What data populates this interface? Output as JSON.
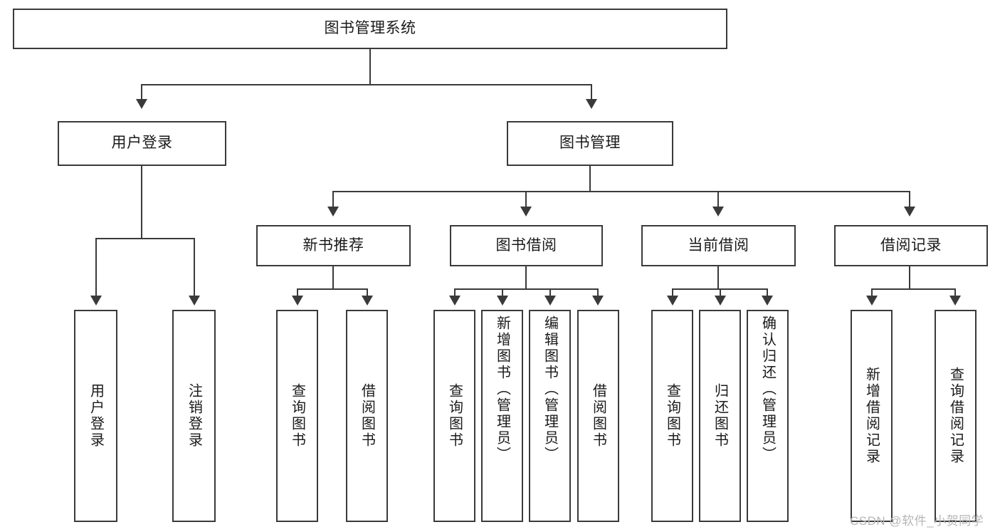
{
  "diagram": {
    "title": "图书管理系统",
    "type": "hierarchy-tree",
    "root": {
      "id": "root",
      "label": "图书管理系统"
    },
    "level1": [
      {
        "id": "user-login",
        "label": "用户登录"
      },
      {
        "id": "book-management",
        "label": "图书管理"
      }
    ],
    "level2": [
      {
        "id": "new-book-recommend",
        "label": "新书推荐",
        "parent": "book-management"
      },
      {
        "id": "book-borrow",
        "label": "图书借阅",
        "parent": "book-management"
      },
      {
        "id": "current-borrow",
        "label": "当前借阅",
        "parent": "book-management"
      },
      {
        "id": "borrow-record",
        "label": "借阅记录",
        "parent": "book-management"
      }
    ],
    "leaves": {
      "user_login": [
        {
          "id": "leaf-user-login",
          "label": "用户登录"
        },
        {
          "id": "leaf-user-logout",
          "label": "注销登录"
        }
      ],
      "new_book_recommend": [
        {
          "id": "leaf-query-book-1",
          "label": "查询图书"
        },
        {
          "id": "leaf-borrow-book-1",
          "label": "借阅图书"
        }
      ],
      "book_borrow": [
        {
          "id": "leaf-query-book-2",
          "label": "查询图书"
        },
        {
          "id": "leaf-add-book-admin",
          "label": "新增图书（管理员）"
        },
        {
          "id": "leaf-edit-book-admin",
          "label": "编辑图书（管理员）"
        },
        {
          "id": "leaf-borrow-book-2",
          "label": "借阅图书"
        }
      ],
      "current_borrow": [
        {
          "id": "leaf-query-book-3",
          "label": "查询图书"
        },
        {
          "id": "leaf-return-book",
          "label": "归还图书"
        },
        {
          "id": "leaf-confirm-return-admin",
          "label": "确认归还（管理员）"
        }
      ],
      "borrow_record": [
        {
          "id": "leaf-add-borrow-record",
          "label": "新增借阅记录"
        },
        {
          "id": "leaf-query-borrow-record",
          "label": "查询借阅记录"
        }
      ]
    }
  },
  "watermark": {
    "text": "CSDN @软件_小贺同学"
  },
  "colors": {
    "stroke": "#3a3a3a",
    "fill": "#ffffff",
    "text": "#1a1a1a",
    "watermark": "#b6b6b6"
  }
}
